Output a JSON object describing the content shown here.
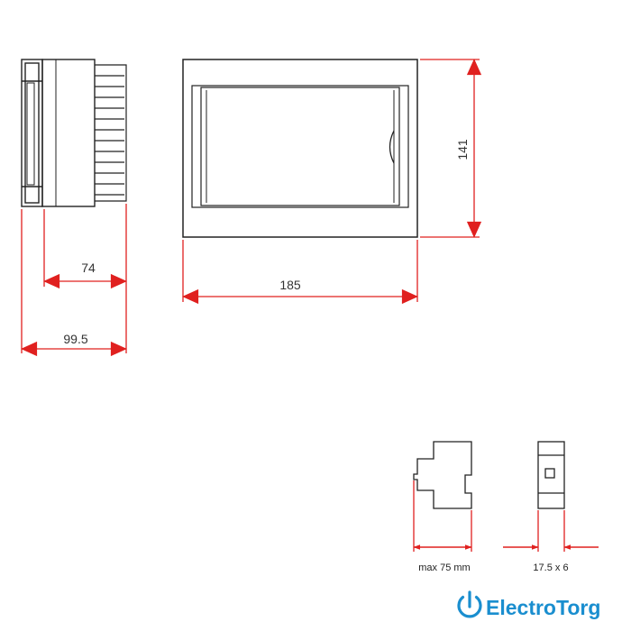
{
  "dimensions": {
    "side_depth_inner": "74",
    "side_depth_outer": "99.5",
    "front_width": "185",
    "front_height": "141"
  },
  "details": {
    "breaker_depth": "max 75 mm",
    "module_width": "17.5 x 6"
  },
  "brand": {
    "name": "ElectroTorg",
    "color": "#1a8ecf",
    "icon": "power-icon"
  },
  "colors": {
    "dimension_line": "#e0201f",
    "outline": "#222222"
  }
}
